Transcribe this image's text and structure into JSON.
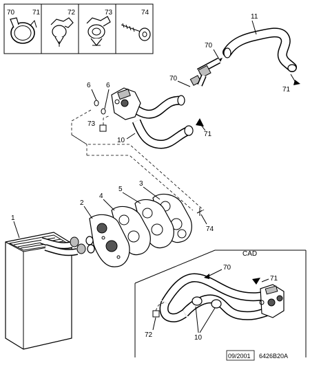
{
  "legend_numbers": [
    "70",
    "71",
    "72",
    "73",
    "74"
  ],
  "callouts": {
    "c1": "1",
    "c2": "2",
    "c3": "3",
    "c4": "4",
    "c5": "5",
    "c6a": "6",
    "c6b": "6",
    "c10a": "10",
    "c10b": "10",
    "c11": "11",
    "c70a": "70",
    "c70b": "70",
    "c70c": "70",
    "c71a": "71",
    "c71b": "71",
    "c71c": "71",
    "c72": "72",
    "c73": "73",
    "c74": "74"
  },
  "inset_title": "CAD",
  "footer": {
    "date": "09/2001",
    "reference": "6426B20A"
  }
}
